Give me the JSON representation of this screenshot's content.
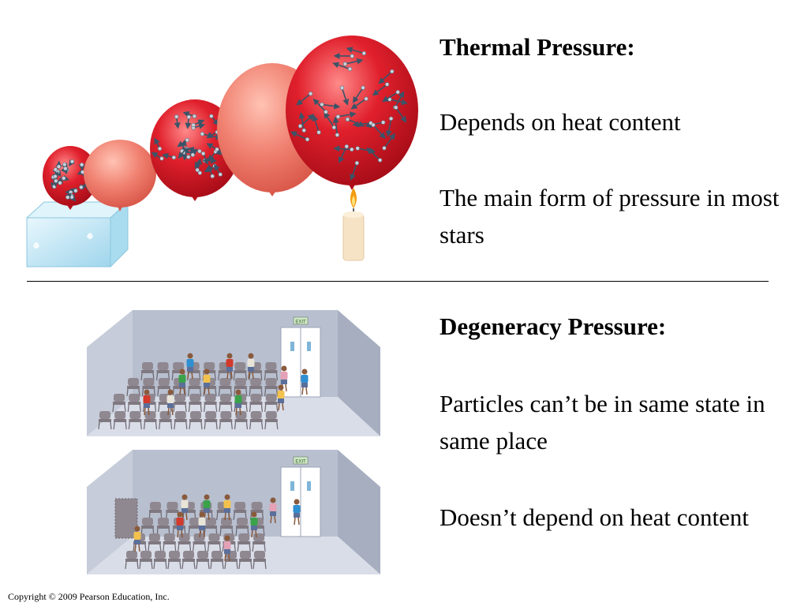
{
  "thermal": {
    "heading": "Thermal  Pressure:",
    "line1": "Depends on heat content",
    "line2": "The main form of pressure in most stars"
  },
  "degeneracy": {
    "heading": "Degeneracy  Pressure:",
    "line1": "Particles can’t be in same state in same place",
    "line2": "Doesn’t depend on heat content"
  },
  "room_top": {
    "sign": "EXIT"
  },
  "room_bottom": {
    "sign": "EXIT"
  },
  "copyright": "Copyright © 2009 Pearson Education, Inc.",
  "colors": {
    "balloon_red": "#e0202c",
    "balloon_salmon": "#f08070",
    "ice_blue": "#bfe6f5",
    "candle_flame": "#f39c12",
    "room_wall": "#b8c0d0",
    "room_floor": "#d9dde8",
    "chair_gray": "#8f8890",
    "divider": "#000000"
  },
  "icons": [
    "ice-cube-icon",
    "candle-icon",
    "exit-sign-icon",
    "molecule-particle-icon"
  ]
}
